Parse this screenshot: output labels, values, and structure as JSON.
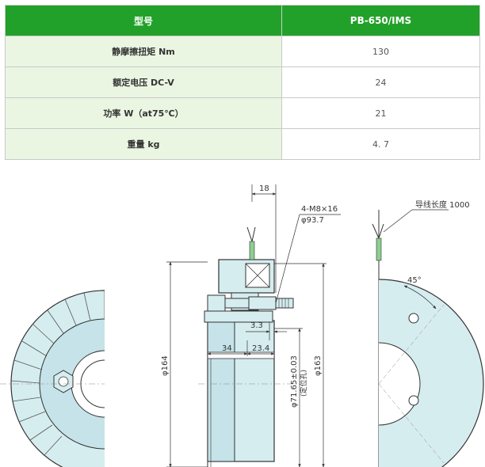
{
  "table": {
    "header": {
      "key": "型号",
      "value": "PB-650/IMS"
    },
    "rows": [
      {
        "key": "静摩擦扭矩 Nm",
        "value": "130"
      },
      {
        "key": "额定电压 DC-V",
        "value": "24"
      },
      {
        "key": "功率 W（at75℃）",
        "value": "21"
      },
      {
        "key": "重量 kg",
        "value": "4. 7"
      }
    ]
  },
  "drawing": {
    "dims": {
      "d18": "18",
      "bolt": "4-M8×16",
      "pcd": "φ93.7",
      "d33": "3.3",
      "d34": "34",
      "d234": "23.4",
      "bore": "φ71.65±0.03",
      "bore_note": "(定位孔)",
      "od164": "φ164",
      "od163": "φ163",
      "lead": "导线长度 1000",
      "angle": "45°"
    }
  }
}
